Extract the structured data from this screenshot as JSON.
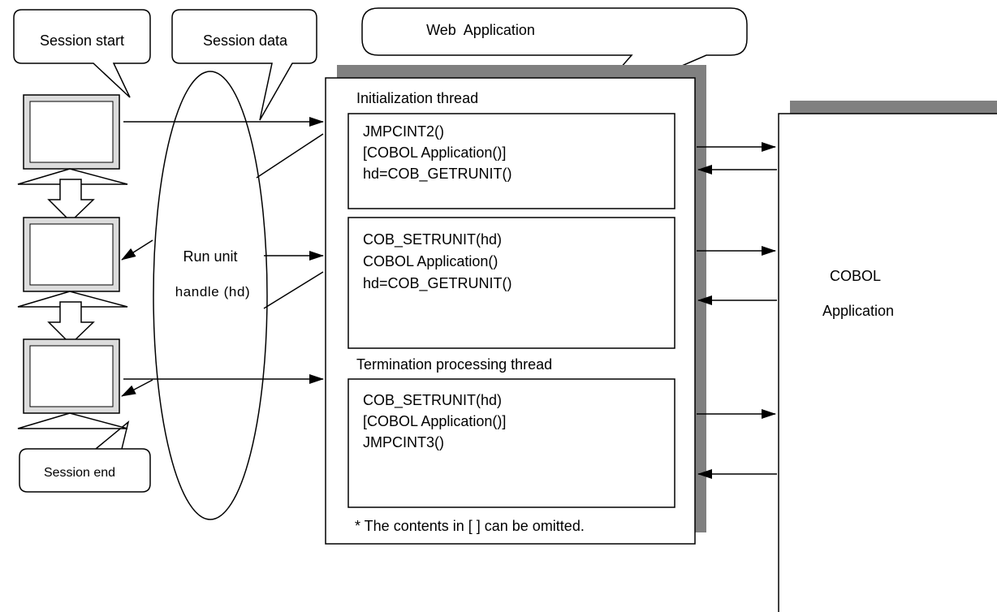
{
  "callouts": {
    "session_start": "Session start",
    "session_data": "Session data",
    "web_application": "Web  Application",
    "session_end": "Session end"
  },
  "run_unit": {
    "line1": "Run unit",
    "line2": "handle (hd)"
  },
  "web_app": {
    "init_thread_label": "Initialization thread",
    "init_lines": [
      "JMPCINT2()",
      "[COBOL Application()]",
      "hd=COB_GETRUNIT()"
    ],
    "mid_lines": [
      "COB_SETRUNIT(hd)",
      "COBOL Application()",
      "hd=COB_GETRUNIT()"
    ],
    "term_thread_label": "Termination processing thread",
    "term_lines": [
      "COB_SETRUNIT(hd)",
      "[COBOL Application()]",
      "JMPCINT3()"
    ],
    "footnote": "* The contents in [ ] can be omitted."
  },
  "cobol_app": {
    "line1": "COBOL",
    "line2": "Application"
  },
  "colors": {
    "shadow": "#808080",
    "monitor_bezel": "#dcdcdc",
    "line": "#000000"
  }
}
